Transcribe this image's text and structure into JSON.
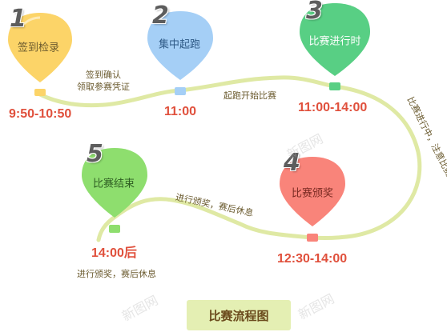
{
  "colors": {
    "path": "#dfe9a4",
    "time": "#e0503c",
    "note": "#6a5a2e",
    "balloon1": "#fcd468",
    "balloon2": "#a5cff6",
    "balloon3": "#58cf84",
    "balloon4": "#f9847a",
    "balloon5": "#8ede6e",
    "title_bg": "#e4efb3"
  },
  "steps": [
    {
      "number": "1",
      "label": "签到检录",
      "time": "9:50-10:50"
    },
    {
      "number": "2",
      "label": "集中起跑",
      "time": "11:00"
    },
    {
      "number": "3",
      "label": "比赛进行时",
      "time": "11:00-14:00"
    },
    {
      "number": "4",
      "label": "比赛颁奖",
      "time": "12:30-14:00"
    },
    {
      "number": "5",
      "label": "比赛结束",
      "time": "14:00后"
    }
  ],
  "notes": {
    "note1_line1": "签到确认",
    "note1_line2": "领取参赛凭证",
    "note2": "起跑开始比赛",
    "note3": "比赛进行中，注意比赛安全",
    "note4": "进行颁奖，赛后休息",
    "note5": "进行颁奖，赛后休息"
  },
  "title": "比赛流程图",
  "watermark": "新图网"
}
